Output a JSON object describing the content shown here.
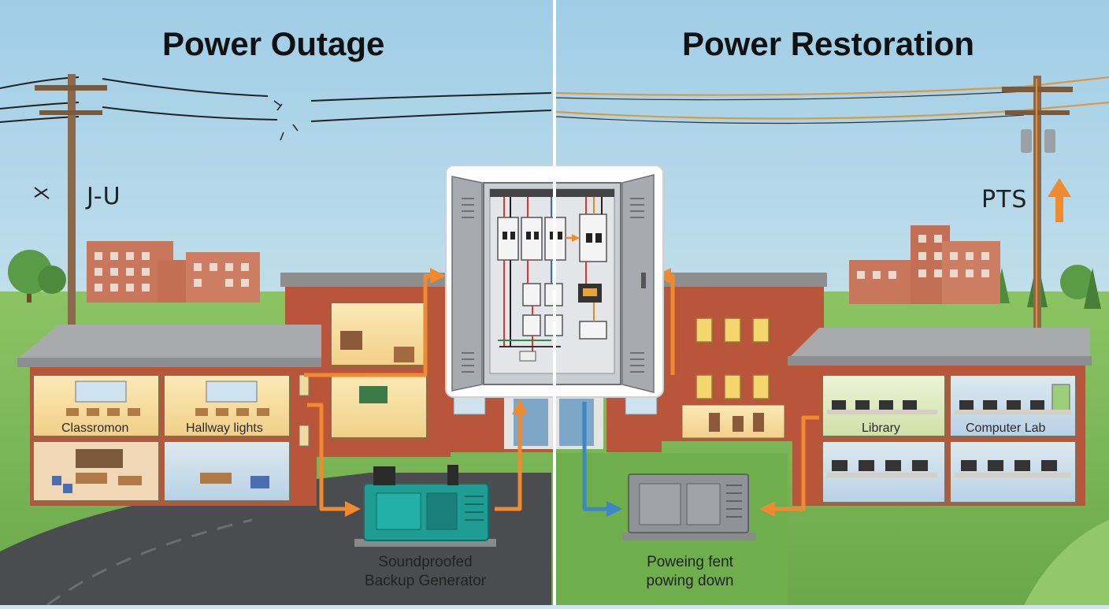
{
  "titles": {
    "left": "Power Outage",
    "right": "Power Restoration"
  },
  "pole_signs": {
    "left": "J-U",
    "right": "PTS"
  },
  "rooms": {
    "classroom": "Classromon",
    "hallway": "Hallway lights",
    "library": "Library",
    "computer_lab": "Computer Lab"
  },
  "captions": {
    "generator_line1": "Soundproofed",
    "generator_line2": "Backup Generator",
    "right_line1": "Poweing fent",
    "right_line2": "powing down"
  },
  "icons": [
    "arrow-up-icon",
    "switch-panel-icon"
  ],
  "colors": {
    "sky": "#bcdcec",
    "grass": "#7fbf5a",
    "brick": "#b8553a",
    "generator_teal": "#1f9c93",
    "arrow_orange": "#ef8a2e",
    "arrow_blue": "#3b87c8",
    "divider": "#ffffff"
  }
}
